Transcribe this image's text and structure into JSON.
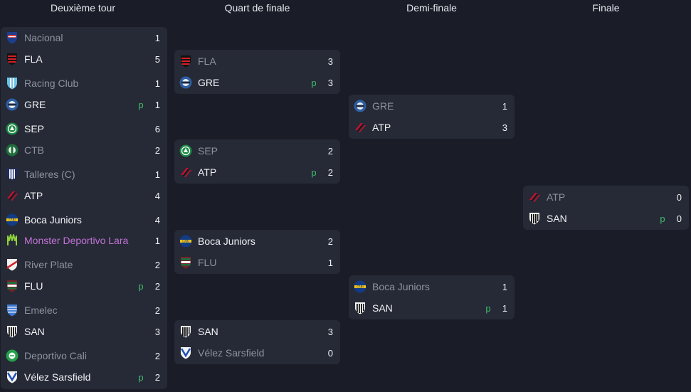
{
  "rounds": [
    {
      "title": "Deuxième tour"
    },
    {
      "title": "Quart de finale"
    },
    {
      "title": "Demi-finale"
    },
    {
      "title": "Finale"
    }
  ],
  "round2": [
    {
      "home": {
        "name": "Nacional",
        "score": "1",
        "pen": "",
        "crest": "nacional-crest-icon"
      },
      "away": {
        "name": "FLA",
        "score": "5",
        "pen": "",
        "crest": "flamengo-crest-icon"
      }
    },
    {
      "home": {
        "name": "Racing Club",
        "score": "1",
        "pen": "",
        "crest": "racing-club-crest-icon"
      },
      "away": {
        "name": "GRE",
        "score": "1",
        "pen": "p",
        "crest": "gremio-crest-icon"
      }
    },
    {
      "home": {
        "name": "SEP",
        "score": "6",
        "pen": "",
        "crest": "palmeiras-crest-icon"
      },
      "away": {
        "name": "CTB",
        "score": "2",
        "pen": "",
        "crest": "coritiba-crest-icon"
      }
    },
    {
      "home": {
        "name": "Talleres (C)",
        "score": "1",
        "pen": "",
        "crest": "talleres-crest-icon"
      },
      "away": {
        "name": "ATP",
        "score": "4",
        "pen": "",
        "crest": "athletico-crest-icon"
      }
    },
    {
      "home": {
        "name": "Boca Juniors",
        "score": "4",
        "pen": "",
        "crest": "boca-juniors-crest-icon"
      },
      "away": {
        "name": "Monster Deportivo Lara",
        "score": "1",
        "pen": "",
        "crest": "deportivo-lara-crest-icon"
      }
    },
    {
      "home": {
        "name": "River Plate",
        "score": "2",
        "pen": "",
        "crest": "river-plate-crest-icon"
      },
      "away": {
        "name": "FLU",
        "score": "2",
        "pen": "p",
        "crest": "fluminense-crest-icon"
      }
    },
    {
      "home": {
        "name": "Emelec",
        "score": "2",
        "pen": "",
        "crest": "emelec-crest-icon"
      },
      "away": {
        "name": "SAN",
        "score": "3",
        "pen": "",
        "crest": "santos-crest-icon"
      }
    },
    {
      "home": {
        "name": "Deportivo Cali",
        "score": "2",
        "pen": "",
        "crest": "deportivo-cali-crest-icon"
      },
      "away": {
        "name": "Vélez Sarsfield",
        "score": "2",
        "pen": "p",
        "crest": "velez-crest-icon"
      }
    }
  ],
  "quarter": [
    {
      "home": {
        "name": "FLA",
        "score": "3",
        "pen": "",
        "crest": "flamengo-crest-icon"
      },
      "away": {
        "name": "GRE",
        "score": "3",
        "pen": "p",
        "crest": "gremio-crest-icon"
      }
    },
    {
      "home": {
        "name": "SEP",
        "score": "2",
        "pen": "",
        "crest": "palmeiras-crest-icon"
      },
      "away": {
        "name": "ATP",
        "score": "2",
        "pen": "p",
        "crest": "athletico-crest-icon"
      }
    },
    {
      "home": {
        "name": "Boca Juniors",
        "score": "2",
        "pen": "",
        "crest": "boca-juniors-crest-icon"
      },
      "away": {
        "name": "FLU",
        "score": "1",
        "pen": "",
        "crest": "fluminense-crest-icon"
      }
    },
    {
      "home": {
        "name": "SAN",
        "score": "3",
        "pen": "",
        "crest": "santos-crest-icon"
      },
      "away": {
        "name": "Vélez Sarsfield",
        "score": "0",
        "pen": "",
        "crest": "velez-crest-icon"
      }
    }
  ],
  "semi": [
    {
      "home": {
        "name": "GRE",
        "score": "1",
        "pen": "",
        "crest": "gremio-crest-icon"
      },
      "away": {
        "name": "ATP",
        "score": "3",
        "pen": "",
        "crest": "athletico-crest-icon"
      }
    },
    {
      "home": {
        "name": "Boca Juniors",
        "score": "1",
        "pen": "",
        "crest": "boca-juniors-crest-icon"
      },
      "away": {
        "name": "SAN",
        "score": "1",
        "pen": "p",
        "crest": "santos-crest-icon"
      }
    }
  ],
  "final": [
    {
      "home": {
        "name": "ATP",
        "score": "0",
        "pen": "",
        "crest": "athletico-crest-icon"
      },
      "away": {
        "name": "SAN",
        "score": "0",
        "pen": "p",
        "crest": "santos-crest-icon"
      }
    }
  ],
  "colors": {
    "background": "#1a1d27",
    "card": "#262a36",
    "penalty": "#3ebf6b",
    "highlight_team": "#c272d6"
  }
}
